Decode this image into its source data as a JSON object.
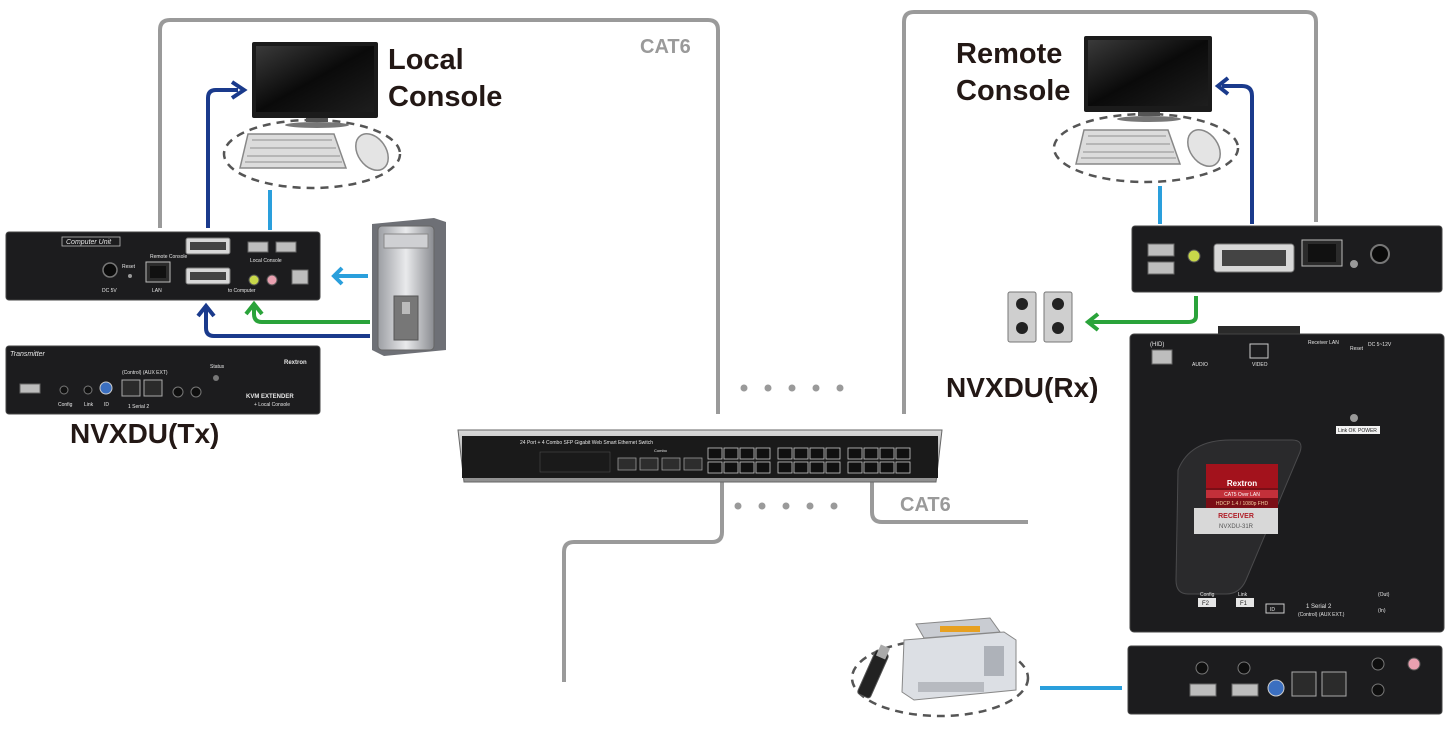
{
  "labels": {
    "local_console": [
      "Local",
      "Console"
    ],
    "remote_console": [
      "Remote",
      "Console"
    ],
    "transmitter_name": "NVXDU(Tx)",
    "receiver_name": "NVXDU(Rx)",
    "cable_top": "CAT6",
    "cable_right": "CAT6"
  },
  "switch": {
    "caption": "24 Port + 4 Combo SFP Gigabit Web Smart Ethernet Switch",
    "combo_label": "Combo"
  },
  "transmitter": {
    "top_unit_caption": "Computer Unit",
    "top_unit_remote": "Remote Console",
    "top_unit_local": "Local Console",
    "top_unit_computer": "to Computer",
    "top_unit_reset": "Reset",
    "top_unit_lan": "LAN",
    "top_unit_power": "DC 5V",
    "front_caption": "Transmitter",
    "front_brand": "Rextron",
    "front_ports": "(Control) (AUX EXT)",
    "front_serial": "1 Serial 2",
    "front_status": "Status",
    "front_config": "Config",
    "front_link": "Link",
    "front_id": "ID",
    "front_product": "KVM EXTENDER",
    "front_product_sub": "+ Local Console"
  },
  "receiver": {
    "brand": "Rextron",
    "badge_line1": "CAT5 Over LAN",
    "badge_line2": "HDCP 1.4 / 1080p FHD",
    "badge_role": "RECEIVER",
    "badge_model": "NVXDU-31R",
    "top_hid": "(HID)",
    "top_audio": "AUDIO",
    "top_video": "VIDEO",
    "top_lan": "Receiver LAN",
    "top_reset": "Reset",
    "top_dc": "DC 5~12V",
    "status_link": "Link OK",
    "status_power": "POWER",
    "bottom_config": "Config",
    "bottom_f2": "F2",
    "bottom_link": "Link",
    "bottom_f1": "F1",
    "bottom_id": "ID",
    "bottom_serial": "1 Serial 2",
    "bottom_ports": "(Control) (AUX EXT.)",
    "bottom_out": "(Out)",
    "bottom_in": "(In)"
  },
  "colors": {
    "cable_gray": "#9a9a9a",
    "video_blue": "#1a3a8c",
    "usb_light_blue": "#2a9fdc",
    "audio_green": "#2aa33a",
    "device_black": "#1c1c1e",
    "label_dark": "#231815"
  },
  "icons": [
    "monitor-icon",
    "keyboard-icon",
    "mouse-icon",
    "pc-tower-icon",
    "speakers-icon",
    "printer-icon",
    "usb-drive-icon",
    "ethernet-switch-icon"
  ]
}
